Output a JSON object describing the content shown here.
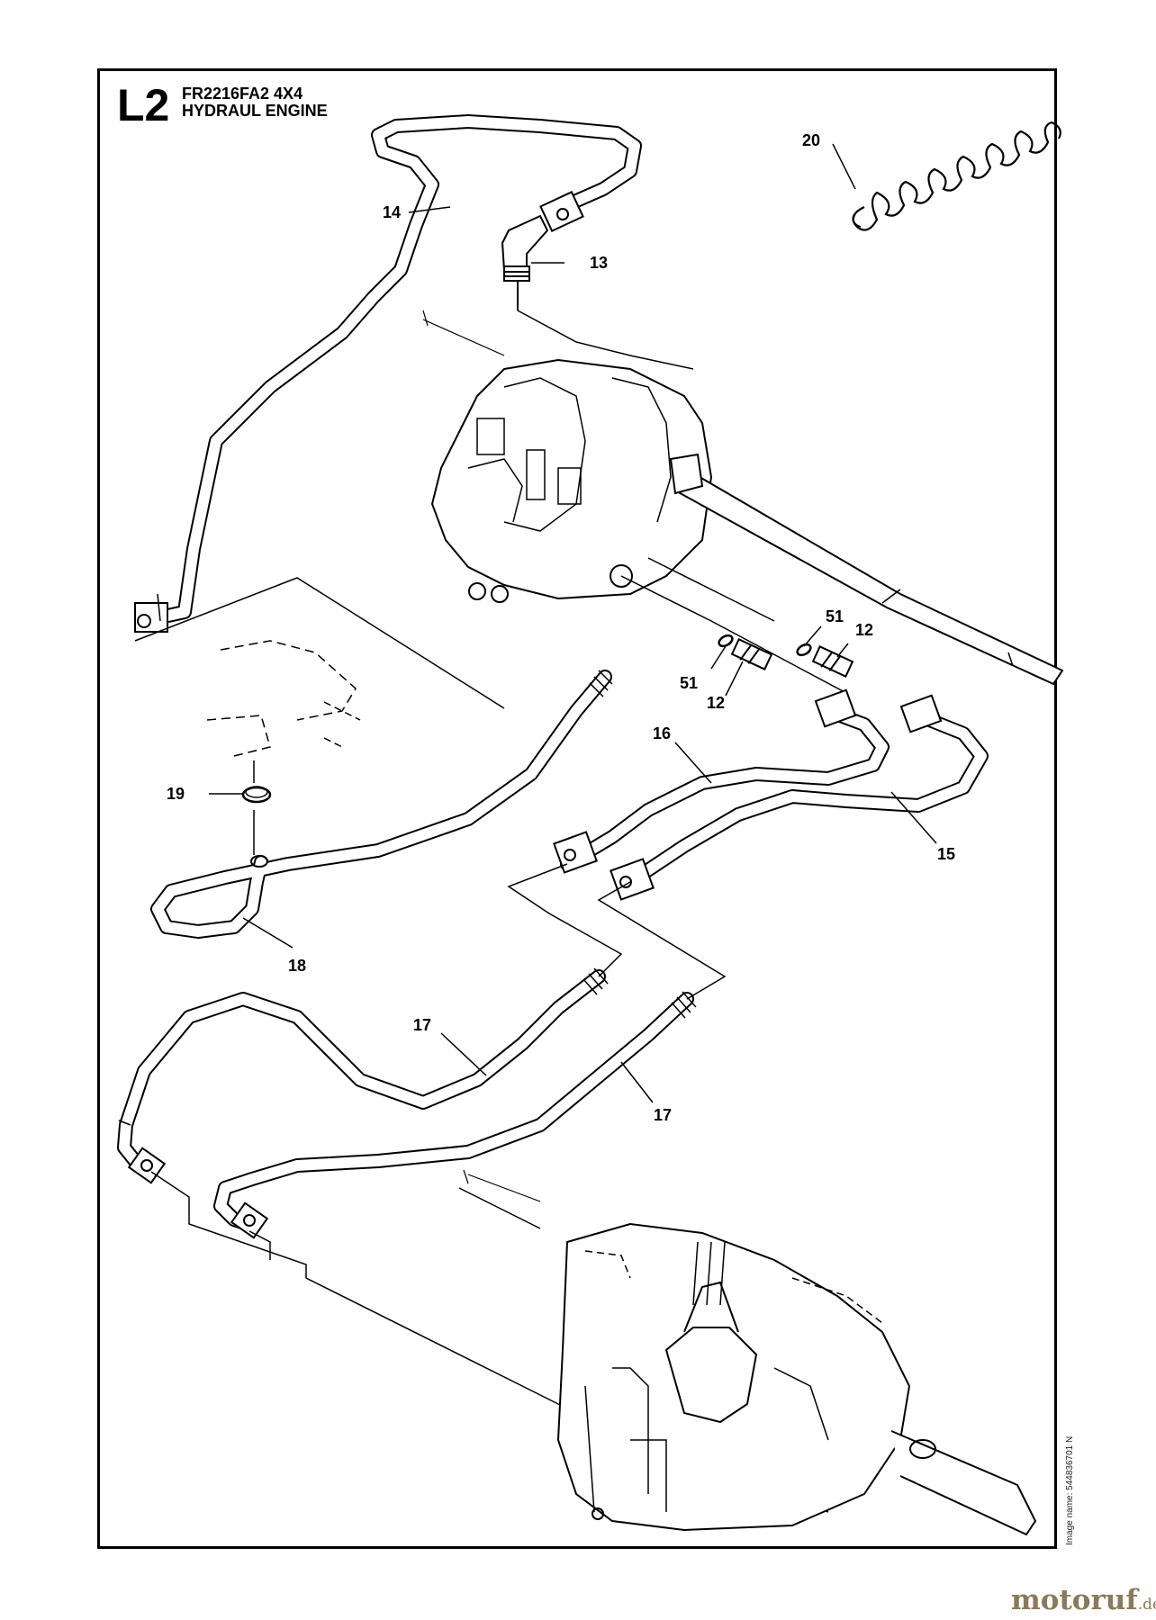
{
  "header": {
    "sheet_code": "L2",
    "model": "FR2216FA2 4X4",
    "title": "HYDRAUL ENGINE"
  },
  "callouts": {
    "p20": "20",
    "p14": "14",
    "p13": "13",
    "p51a": "51",
    "p12a": "12",
    "p51b": "51",
    "p12b": "12",
    "p16": "16",
    "p19": "19",
    "p15": "15",
    "p18": "18",
    "p17a": "17",
    "p17b": "17"
  },
  "footer": {
    "image_name": "Image name: 544836701 N",
    "brand": "motoruf",
    "brand_suffix": ".de"
  },
  "colors": {
    "line": "#000000",
    "brand": "#8a7a5a"
  }
}
